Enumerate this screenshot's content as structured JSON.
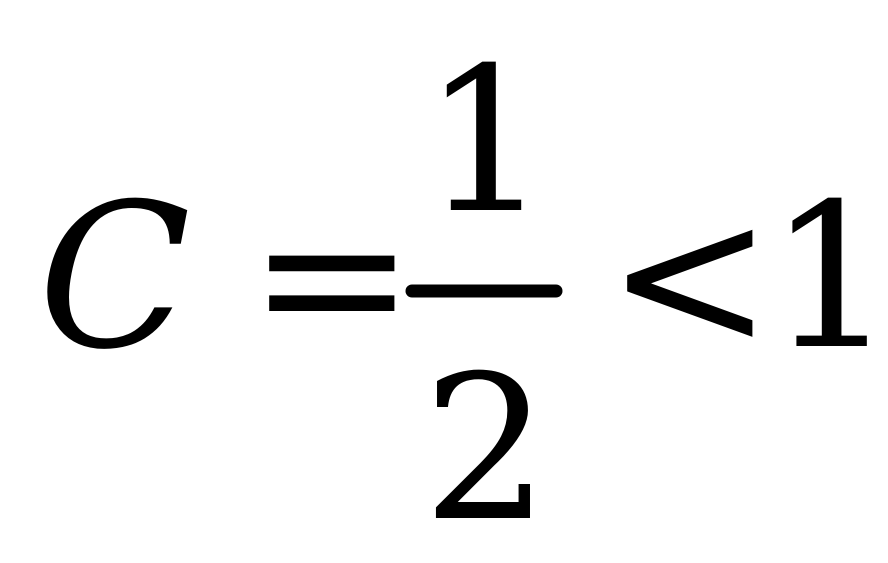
{
  "formula": {
    "variable": "C",
    "equals": "=",
    "numerator": "1",
    "denominator": "2",
    "relation": "<",
    "rhs": "1"
  }
}
